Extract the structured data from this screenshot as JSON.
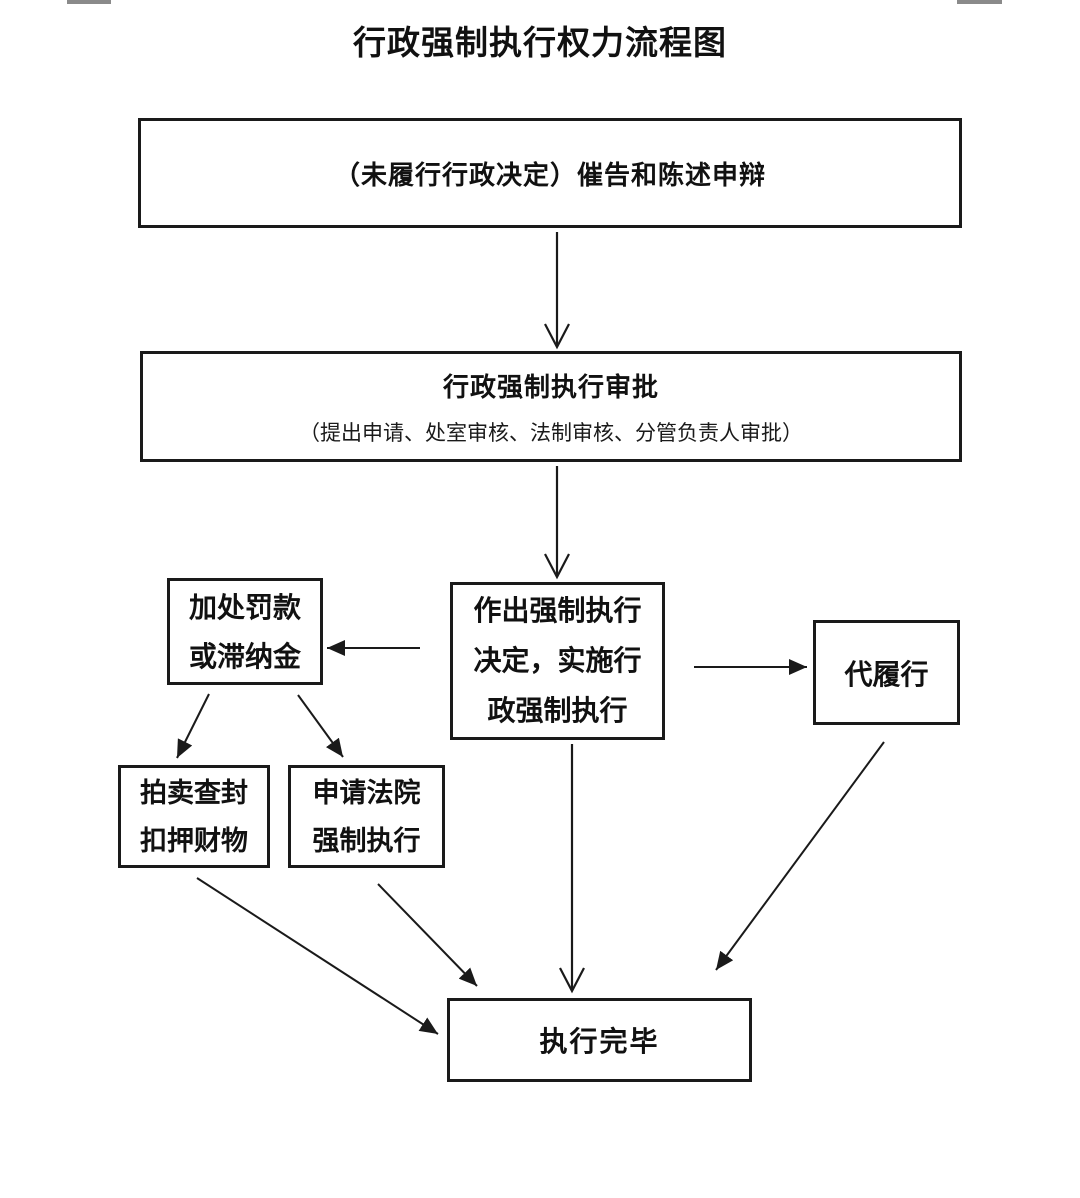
{
  "title": "行政强制执行权力流程图",
  "nodes": {
    "notice": {
      "label": "（未履行行政决定）催告和陈述申辩"
    },
    "approval": {
      "label": "行政强制执行审批",
      "sublabel": "（提出申请、处室审核、法制审核、分管负责人审批）"
    },
    "decision": {
      "lines": [
        "作出强制执行",
        "决定，实施行",
        "政强制执行"
      ]
    },
    "penalty": {
      "lines": [
        "加处罚款",
        "或滞纳金"
      ]
    },
    "substitute": {
      "label": "代履行"
    },
    "auction": {
      "lines": [
        "拍卖查封",
        "扣押财物"
      ]
    },
    "court": {
      "lines": [
        "申请法院",
        "强制执行"
      ]
    },
    "complete": {
      "label": "执行完毕"
    }
  },
  "colors": {
    "line": "#1a1a1a",
    "background": "#ffffff",
    "corner_fragment": "#8a8a8a"
  }
}
